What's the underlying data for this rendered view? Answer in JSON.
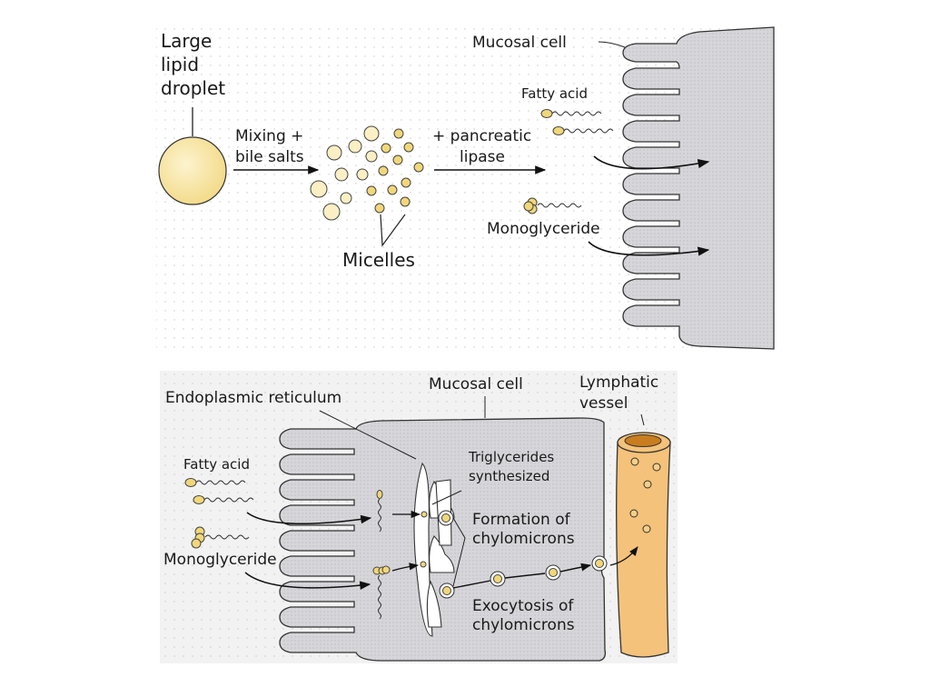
{
  "top_panel": {
    "large_lipid_droplet": [
      "Large",
      "lipid",
      "droplet"
    ],
    "mixing_label": [
      "Mixing +",
      "bile salts"
    ],
    "micelles_label": "Micelles",
    "lipase_label": [
      "+ pancreatic",
      "lipase"
    ],
    "mucosal_cell_label": "Mucosal cell",
    "fatty_acid_label": "Fatty acid",
    "monoglyceride_label": "Monoglyceride"
  },
  "bottom_panel": {
    "endoplasmic_reticulum_label": "Endoplasmic reticulum",
    "mucosal_cell_label": "Mucosal cell",
    "lymphatic_vessel_label": [
      "Lymphatic",
      "vessel"
    ],
    "fatty_acid_label": "Fatty acid",
    "monoglyceride_label": "Monoglyceride",
    "triglycerides_label": [
      "Triglycerides",
      "synthesized"
    ],
    "formation_label": [
      "Formation of",
      "chylomicrons"
    ],
    "exocytosis_label": [
      "Exocytosis of",
      "chylomicrons"
    ]
  },
  "colors": {
    "lipid_yellow": "#f1d77a",
    "pale_yellow": "#fbefc4",
    "cell_gray": "#d9d9dc",
    "vessel_orange": "#f4c27a",
    "vessel_lumen": "#c97d1e",
    "panel_bg": "#f2f2f2"
  }
}
